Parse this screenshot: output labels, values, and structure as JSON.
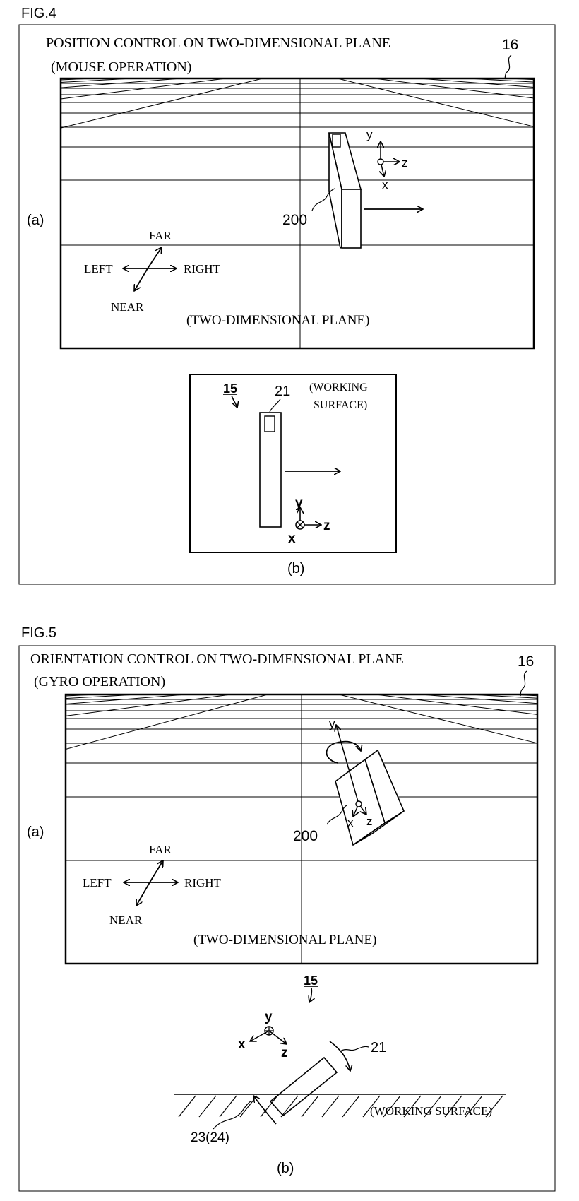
{
  "fig4": {
    "label": "FIG.4",
    "title_line1": "POSITION CONTROL ON TWO-DIMENSIONAL PLANE",
    "title_line2": "(MOUSE OPERATION)",
    "display_ref": "16",
    "panel_a_label": "(a)",
    "object_ref": "200",
    "axis_y": "y",
    "axis_z": "z",
    "axis_x": "x",
    "dir_far": "FAR",
    "dir_left": "LEFT",
    "dir_right": "RIGHT",
    "dir_near": "NEAR",
    "plane_label": "(TWO-DIMENSIONAL PLANE)",
    "device_ref": "15",
    "pointer_ref": "21",
    "working_surface_line1": "(WORKING",
    "working_surface_line2": "SURFACE)",
    "panel_b_label": "(b)"
  },
  "fig5": {
    "label": "FIG.5",
    "title_line1": "ORIENTATION CONTROL ON TWO-DIMENSIONAL PLANE",
    "title_line2": "(GYRO OPERATION)",
    "display_ref": "16",
    "panel_a_label": "(a)",
    "object_ref": "200",
    "axis_y": "y",
    "axis_z": "z",
    "axis_x": "x",
    "dir_far": "FAR",
    "dir_left": "LEFT",
    "dir_right": "RIGHT",
    "dir_near": "NEAR",
    "plane_label": "(TWO-DIMENSIONAL PLANE)",
    "device_ref": "15",
    "pointer_ref": "21",
    "sensor_ref": "23(24)",
    "working_surface": "(WORKING SURFACE)",
    "panel_b_label": "(b)"
  }
}
